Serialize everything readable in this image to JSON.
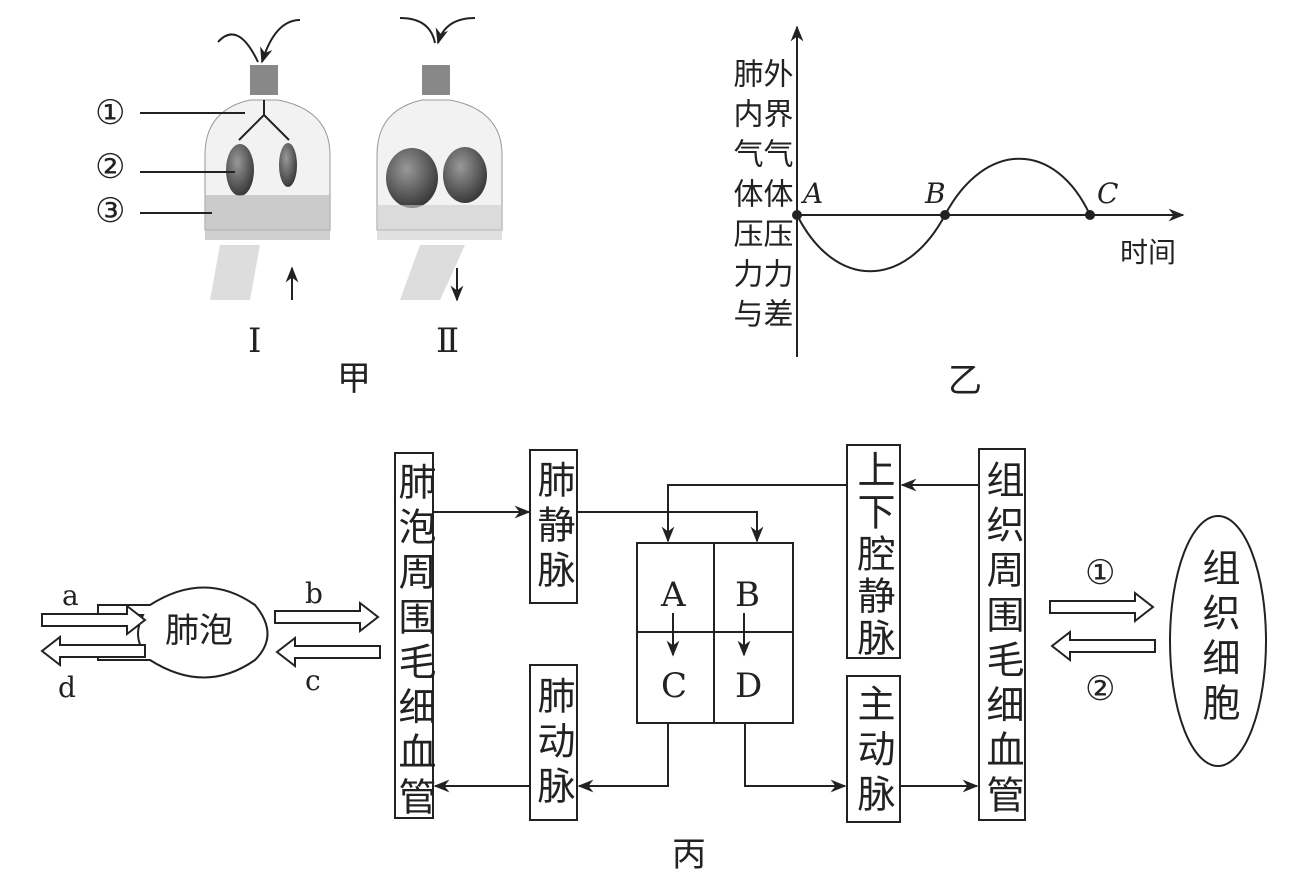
{
  "jia": {
    "caption": "甲",
    "labels": [
      "①",
      "②",
      "③"
    ],
    "jar1": "Ⅰ",
    "jar2": "Ⅱ"
  },
  "yi": {
    "caption": "乙",
    "ylabel1": "肺内气体压力与",
    "ylabel2": "外界气体压力差",
    "xlabel": "时间",
    "points": [
      "A",
      "B",
      "C"
    ]
  },
  "bing": {
    "caption": "丙",
    "alveolus": "肺泡",
    "a": "a",
    "b": "b",
    "c": "c",
    "d": "d",
    "n1": "①",
    "n2": "②",
    "boxes": {
      "alv_cap": "肺泡周围毛细血管",
      "pulm_vein": "肺静脉",
      "pulm_artery": "肺动脉",
      "vena_cava": "上下腔静脉",
      "aorta": "主动脉",
      "tissue_cap": "组织周围毛细血管",
      "tissue_cell": "组织细胞"
    },
    "heart": [
      "A",
      "B",
      "C",
      "D"
    ]
  }
}
